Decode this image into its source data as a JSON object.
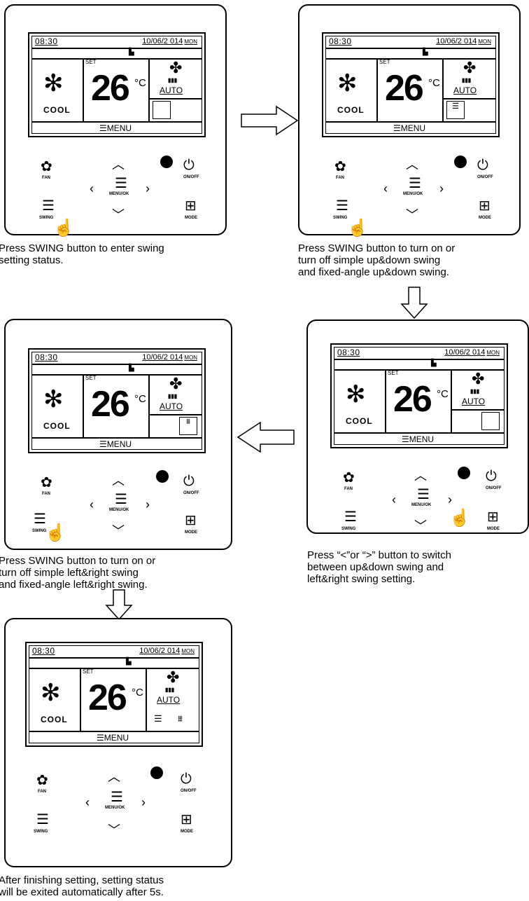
{
  "screen": {
    "time": "08:30",
    "date": "10/06/2 014",
    "day": "MON",
    "set_label": "SET",
    "temp": "26",
    "unit": "°C",
    "mode": "COOL",
    "fan": "AUTO",
    "menu": "MENU"
  },
  "buttons": {
    "fan": "FAN",
    "swing": "SWING",
    "menu_ok": "MENU/OK",
    "on_off": "ON/OFF",
    "mode": "MODE"
  },
  "steps": [
    {
      "caption": "Press SWING button to enter swing\nsetting status."
    },
    {
      "caption": "Press SWING button to turn on or\nturn off simple up&down swing\nand fixed-angle up&down swing."
    },
    {
      "caption": "Press “<”or “>” button to switch\nbetween up&down swing and\nleft&right swing setting."
    },
    {
      "caption": "Press SWING button to turn on or\nturn off simple left&right swing\nand fixed-angle left&right swing."
    },
    {
      "caption": "After finishing setting, setting status\nwill be exited automatically after 5s."
    }
  ],
  "colors": {
    "line": "#000000",
    "background": "#ffffff"
  }
}
